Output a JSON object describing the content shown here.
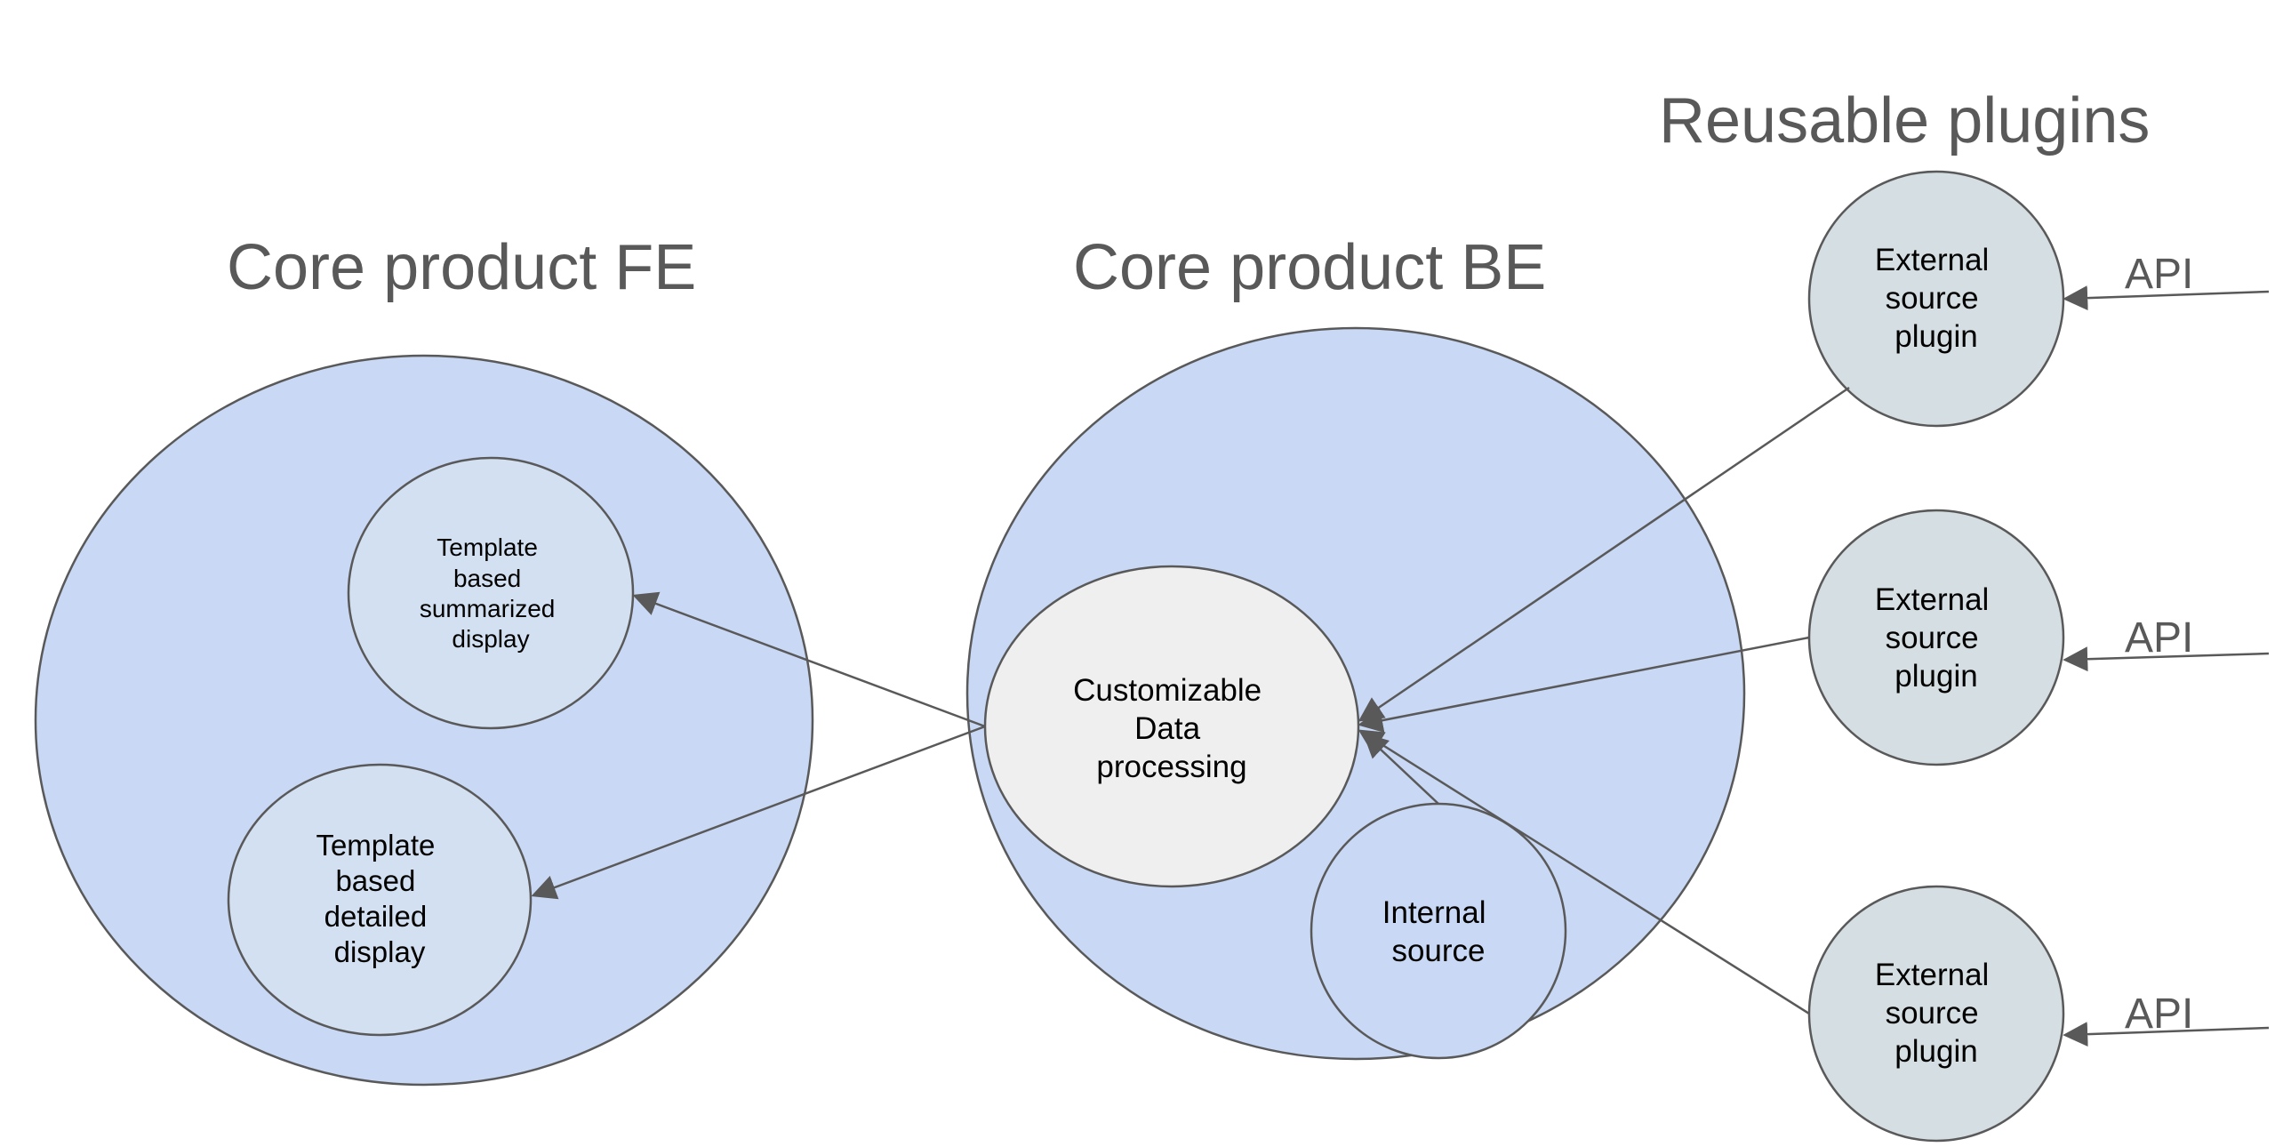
{
  "headings": {
    "fe": "Core product FE",
    "be": "Core product BE",
    "plugins": "Reusable plugins"
  },
  "nodes": {
    "summarized": [
      "Template",
      "based",
      "summarized",
      "display"
    ],
    "detailed": [
      "Template",
      "based",
      "detailed",
      "display"
    ],
    "processing": [
      "Customizable",
      "Data",
      "processing"
    ],
    "internal": [
      "Internal",
      "source"
    ],
    "plugin1": [
      "External",
      "source",
      "plugin"
    ],
    "plugin2": [
      "External",
      "source",
      "plugin"
    ],
    "plugin3": [
      "External",
      "source",
      "plugin"
    ]
  },
  "api_labels": [
    "API",
    "API",
    "API"
  ],
  "colors": {
    "container_fill": "#c9d8f4",
    "fe_node_fill": "#d3e0f1",
    "processing_fill": "#efefef",
    "plugin_fill": "#d5dee2",
    "internal_fill": "#c9d8f4",
    "stroke": "#595959",
    "heading": "#595959"
  }
}
